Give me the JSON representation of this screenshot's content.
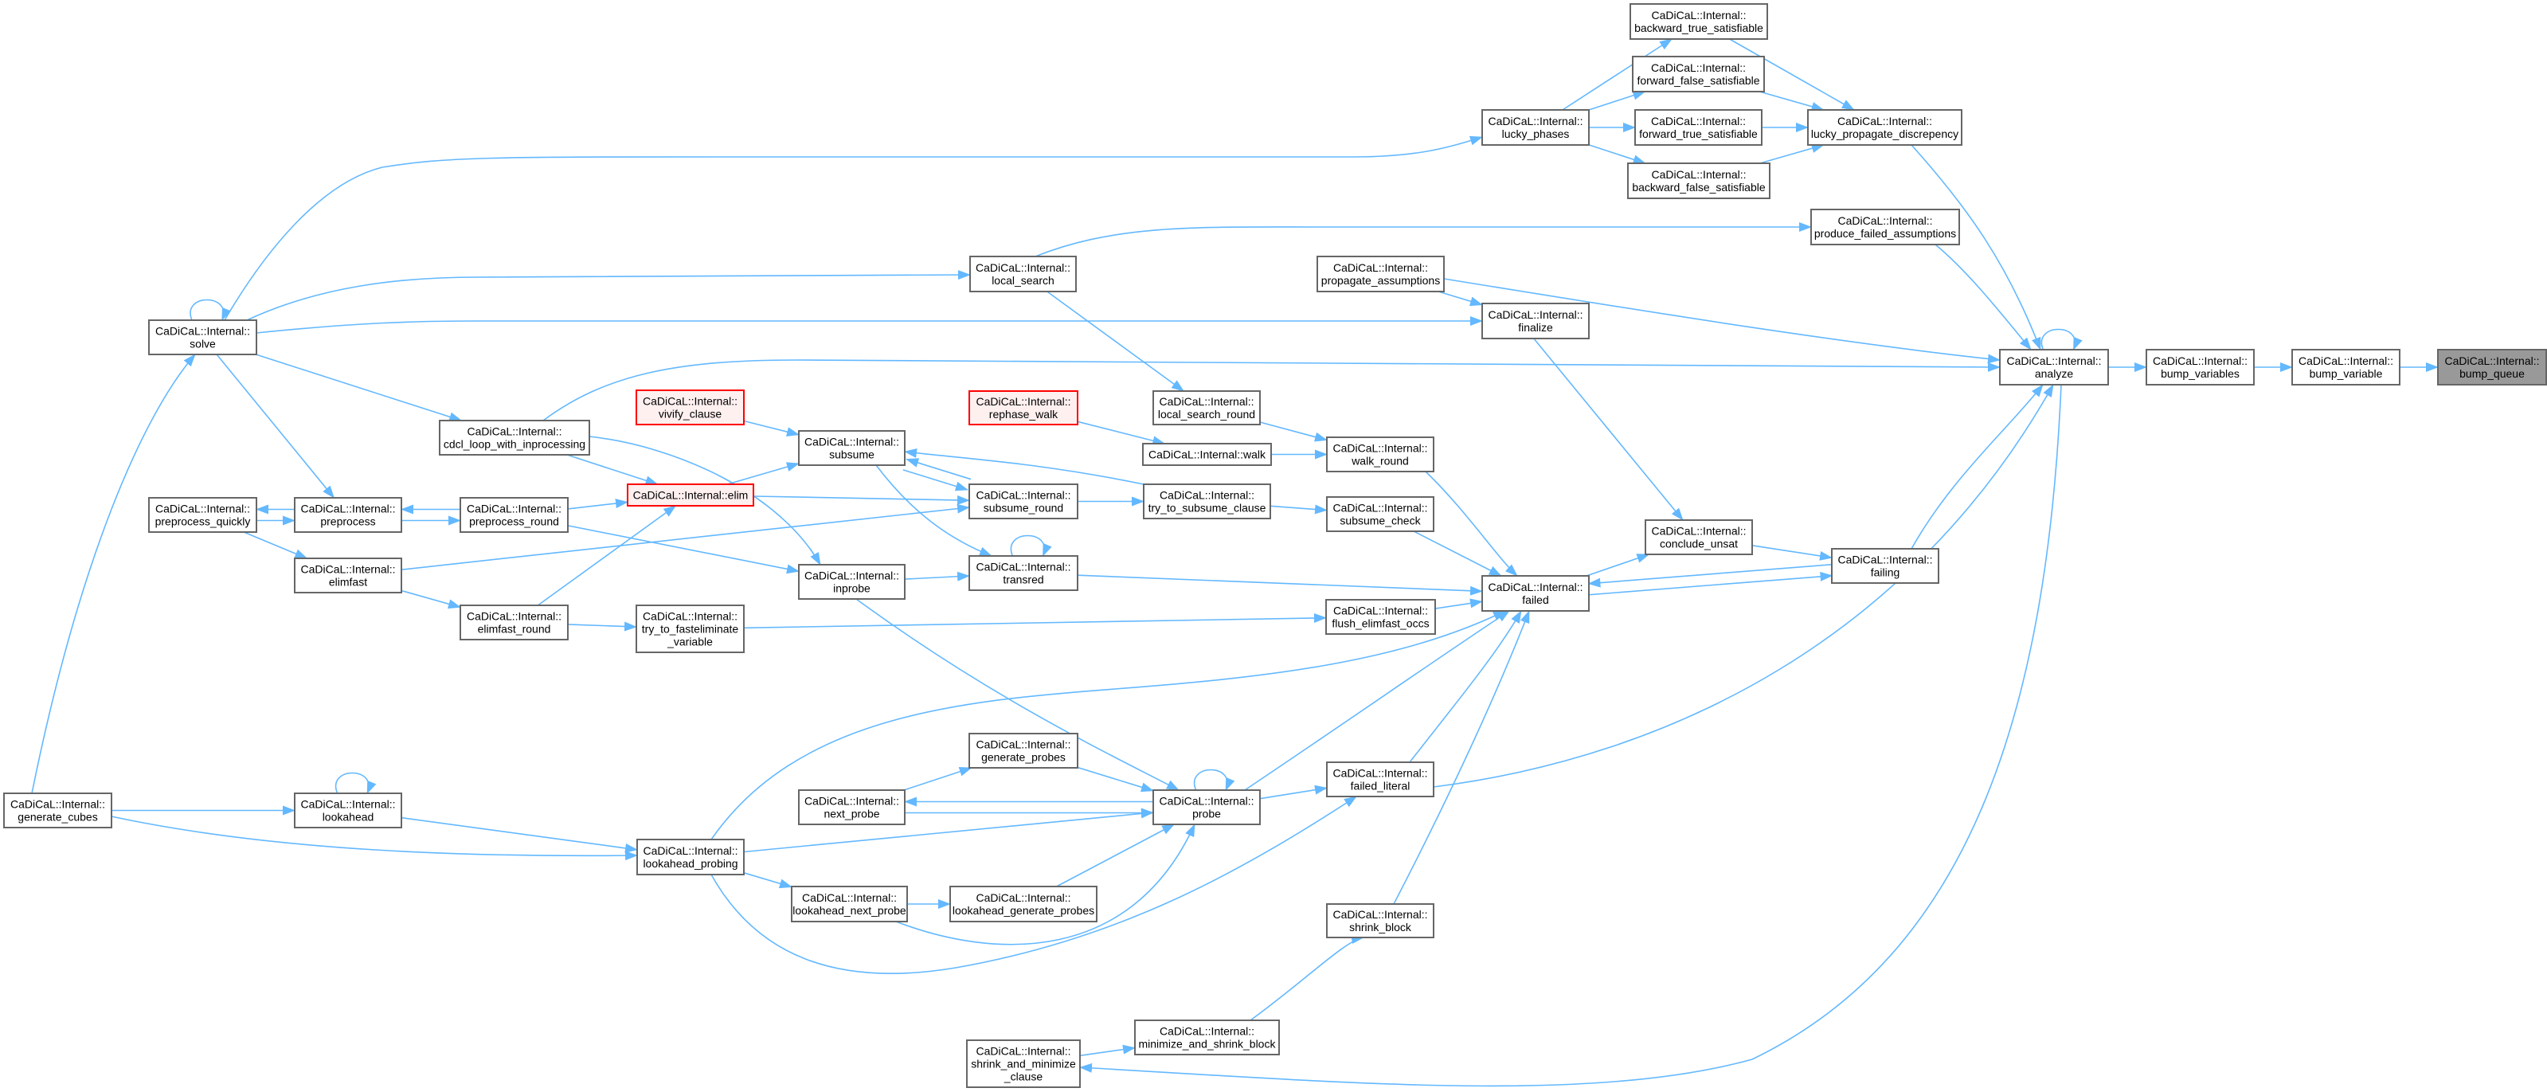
{
  "colors": {
    "edge": "#63b8ff",
    "node_border": "#666666",
    "focus_fill": "#999999",
    "red_border": "#ff0000",
    "red_fill": "#fff0f0"
  },
  "graph": {
    "nodes": [
      {
        "lines": [
          "CaDiCaL::Internal::",
          "bump_queue"
        ],
        "kind": "focus"
      },
      {
        "lines": [
          "CaDiCaL::Internal::",
          "bump_variable"
        ],
        "kind": "normal"
      },
      {
        "lines": [
          "CaDiCaL::Internal::",
          "bump_variables"
        ],
        "kind": "normal"
      },
      {
        "lines": [
          "CaDiCaL::Internal::",
          "analyze"
        ],
        "kind": "normal"
      },
      {
        "lines": [
          "CaDiCaL::Internal::",
          "lucky_propagate_discrepency"
        ],
        "kind": "normal"
      },
      {
        "lines": [
          "CaDiCaL::Internal::",
          "backward_true_satisfiable"
        ],
        "kind": "normal"
      },
      {
        "lines": [
          "CaDiCaL::Internal::",
          "forward_false_satisfiable"
        ],
        "kind": "normal"
      },
      {
        "lines": [
          "CaDiCaL::Internal::",
          "forward_true_satisfiable"
        ],
        "kind": "normal"
      },
      {
        "lines": [
          "CaDiCaL::Internal::",
          "backward_false_satisfiable"
        ],
        "kind": "normal"
      },
      {
        "lines": [
          "CaDiCaL::Internal::",
          "lucky_phases"
        ],
        "kind": "normal"
      },
      {
        "lines": [
          "CaDiCaL::Internal::",
          "produce_failed_assumptions"
        ],
        "kind": "normal"
      },
      {
        "lines": [
          "CaDiCaL::Internal::",
          "local_search"
        ],
        "kind": "normal"
      },
      {
        "lines": [
          "CaDiCaL::Internal::",
          "propagate_assumptions"
        ],
        "kind": "normal"
      },
      {
        "lines": [
          "CaDiCaL::Internal::",
          "finalize"
        ],
        "kind": "normal"
      },
      {
        "lines": [
          "CaDiCaL::Internal::",
          "solve"
        ],
        "kind": "normal"
      },
      {
        "lines": [
          "CaDiCaL::Internal::",
          "cdcl_loop_with_inprocessing"
        ],
        "kind": "normal"
      },
      {
        "lines": [
          "CaDiCaL::Internal::",
          "vivify_clause"
        ],
        "kind": "red"
      },
      {
        "lines": [
          "CaDiCaL::Internal::",
          "subsume"
        ],
        "kind": "normal"
      },
      {
        "lines": [
          "CaDiCaL::Internal::",
          "rephase_walk"
        ],
        "kind": "red"
      },
      {
        "lines": [
          "CaDiCaL::Internal::",
          "local_search_round"
        ],
        "kind": "normal"
      },
      {
        "lines": [
          "CaDiCaL::Internal::walk"
        ],
        "kind": "normal"
      },
      {
        "lines": [
          "CaDiCaL::Internal::",
          "walk_round"
        ],
        "kind": "normal"
      },
      {
        "lines": [
          "CaDiCaL::Internal::elim"
        ],
        "kind": "red"
      },
      {
        "lines": [
          "CaDiCaL::Internal::",
          "preprocess_quickly"
        ],
        "kind": "normal"
      },
      {
        "lines": [
          "CaDiCaL::Internal::",
          "preprocess"
        ],
        "kind": "normal"
      },
      {
        "lines": [
          "CaDiCaL::Internal::",
          "preprocess_round"
        ],
        "kind": "normal"
      },
      {
        "lines": [
          "CaDiCaL::Internal::",
          "subsume_round"
        ],
        "kind": "normal"
      },
      {
        "lines": [
          "CaDiCaL::Internal::",
          "try_to_subsume_clause"
        ],
        "kind": "normal"
      },
      {
        "lines": [
          "CaDiCaL::Internal::",
          "subsume_check"
        ],
        "kind": "normal"
      },
      {
        "lines": [
          "CaDiCaL::Internal::",
          "conclude_unsat"
        ],
        "kind": "normal"
      },
      {
        "lines": [
          "CaDiCaL::Internal::",
          "failing"
        ],
        "kind": "normal"
      },
      {
        "lines": [
          "CaDiCaL::Internal::",
          "failed"
        ],
        "kind": "normal"
      },
      {
        "lines": [
          "CaDiCaL::Internal::",
          "elimfast"
        ],
        "kind": "normal"
      },
      {
        "lines": [
          "CaDiCaL::Internal::",
          "inprobe"
        ],
        "kind": "normal"
      },
      {
        "lines": [
          "CaDiCaL::Internal::",
          "transred"
        ],
        "kind": "normal"
      },
      {
        "lines": [
          "CaDiCaL::Internal::",
          "elimfast_round"
        ],
        "kind": "normal"
      },
      {
        "lines": [
          "CaDiCaL::Internal::",
          "try_to_fasteliminate",
          "_variable"
        ],
        "kind": "normal"
      },
      {
        "lines": [
          "CaDiCaL::Internal::",
          "flush_elimfast_occs"
        ],
        "kind": "normal"
      },
      {
        "lines": [
          "CaDiCaL::Internal::",
          "generate_probes"
        ],
        "kind": "normal"
      },
      {
        "lines": [
          "CaDiCaL::Internal::",
          "next_probe"
        ],
        "kind": "normal"
      },
      {
        "lines": [
          "CaDiCaL::Internal::",
          "probe"
        ],
        "kind": "normal"
      },
      {
        "lines": [
          "CaDiCaL::Internal::",
          "failed_literal"
        ],
        "kind": "normal"
      },
      {
        "lines": [
          "CaDiCaL::Internal::",
          "lookahead"
        ],
        "kind": "normal"
      },
      {
        "lines": [
          "CaDiCaL::Internal::",
          "generate_cubes"
        ],
        "kind": "normal"
      },
      {
        "lines": [
          "CaDiCaL::Internal::",
          "lookahead_probing"
        ],
        "kind": "normal"
      },
      {
        "lines": [
          "CaDiCaL::Internal::",
          "lookahead_next_probe"
        ],
        "kind": "normal"
      },
      {
        "lines": [
          "CaDiCaL::Internal::",
          "lookahead_generate_probes"
        ],
        "kind": "normal"
      },
      {
        "lines": [
          "CaDiCaL::Internal::",
          "shrink_block"
        ],
        "kind": "normal"
      },
      {
        "lines": [
          "CaDiCaL::Internal::",
          "minimize_and_shrink_block"
        ],
        "kind": "normal"
      },
      {
        "lines": [
          "CaDiCaL::Internal::",
          "shrink_and_minimize",
          "_clause"
        ],
        "kind": "normal"
      }
    ],
    "edges": [
      [
        3,
        2
      ],
      [
        2,
        1
      ],
      [
        1,
        0
      ],
      [
        4,
        3
      ],
      [
        10,
        3
      ],
      [
        12,
        3
      ],
      [
        15,
        3
      ],
      [
        30,
        3
      ],
      [
        41,
        3
      ],
      [
        3,
        49
      ],
      [
        3,
        3
      ],
      [
        5,
        4
      ],
      [
        6,
        4
      ],
      [
        7,
        4
      ],
      [
        8,
        4
      ],
      [
        9,
        5
      ],
      [
        9,
        6
      ],
      [
        9,
        7
      ],
      [
        9,
        8
      ],
      [
        14,
        9
      ],
      [
        14,
        14
      ],
      [
        14,
        11
      ],
      [
        14,
        13
      ],
      [
        14,
        15
      ],
      [
        14,
        24
      ],
      [
        11,
        10
      ],
      [
        11,
        19
      ],
      [
        12,
        13
      ],
      [
        13,
        29
      ],
      [
        43,
        14
      ],
      [
        43,
        42
      ],
      [
        43,
        44
      ],
      [
        42,
        42
      ],
      [
        42,
        44
      ],
      [
        15,
        22
      ],
      [
        15,
        33
      ],
      [
        16,
        17
      ],
      [
        22,
        17
      ],
      [
        22,
        26
      ],
      [
        23,
        24
      ],
      [
        24,
        23
      ],
      [
        24,
        25
      ],
      [
        25,
        24
      ],
      [
        25,
        22
      ],
      [
        25,
        33
      ],
      [
        23,
        32
      ],
      [
        32,
        26
      ],
      [
        32,
        35
      ],
      [
        35,
        22
      ],
      [
        35,
        36
      ],
      [
        36,
        37
      ],
      [
        17,
        26
      ],
      [
        26,
        17
      ],
      [
        27,
        17
      ],
      [
        26,
        27
      ],
      [
        27,
        28
      ],
      [
        17,
        34
      ],
      [
        34,
        34
      ],
      [
        33,
        34
      ],
      [
        33,
        40
      ],
      [
        18,
        20
      ],
      [
        20,
        21
      ],
      [
        19,
        21
      ],
      [
        21,
        31
      ],
      [
        28,
        31
      ],
      [
        34,
        31
      ],
      [
        37,
        31
      ],
      [
        44,
        31
      ],
      [
        40,
        31
      ],
      [
        41,
        31
      ],
      [
        47,
        31
      ],
      [
        31,
        29
      ],
      [
        29,
        30
      ],
      [
        30,
        31
      ],
      [
        31,
        30
      ],
      [
        38,
        40
      ],
      [
        39,
        38
      ],
      [
        40,
        39
      ],
      [
        39,
        40
      ],
      [
        40,
        40
      ],
      [
        44,
        40
      ],
      [
        44,
        45
      ],
      [
        45,
        46
      ],
      [
        46,
        40
      ],
      [
        45,
        40
      ],
      [
        40,
        41
      ],
      [
        44,
        41
      ],
      [
        48,
        47
      ],
      [
        49,
        48
      ]
    ]
  }
}
